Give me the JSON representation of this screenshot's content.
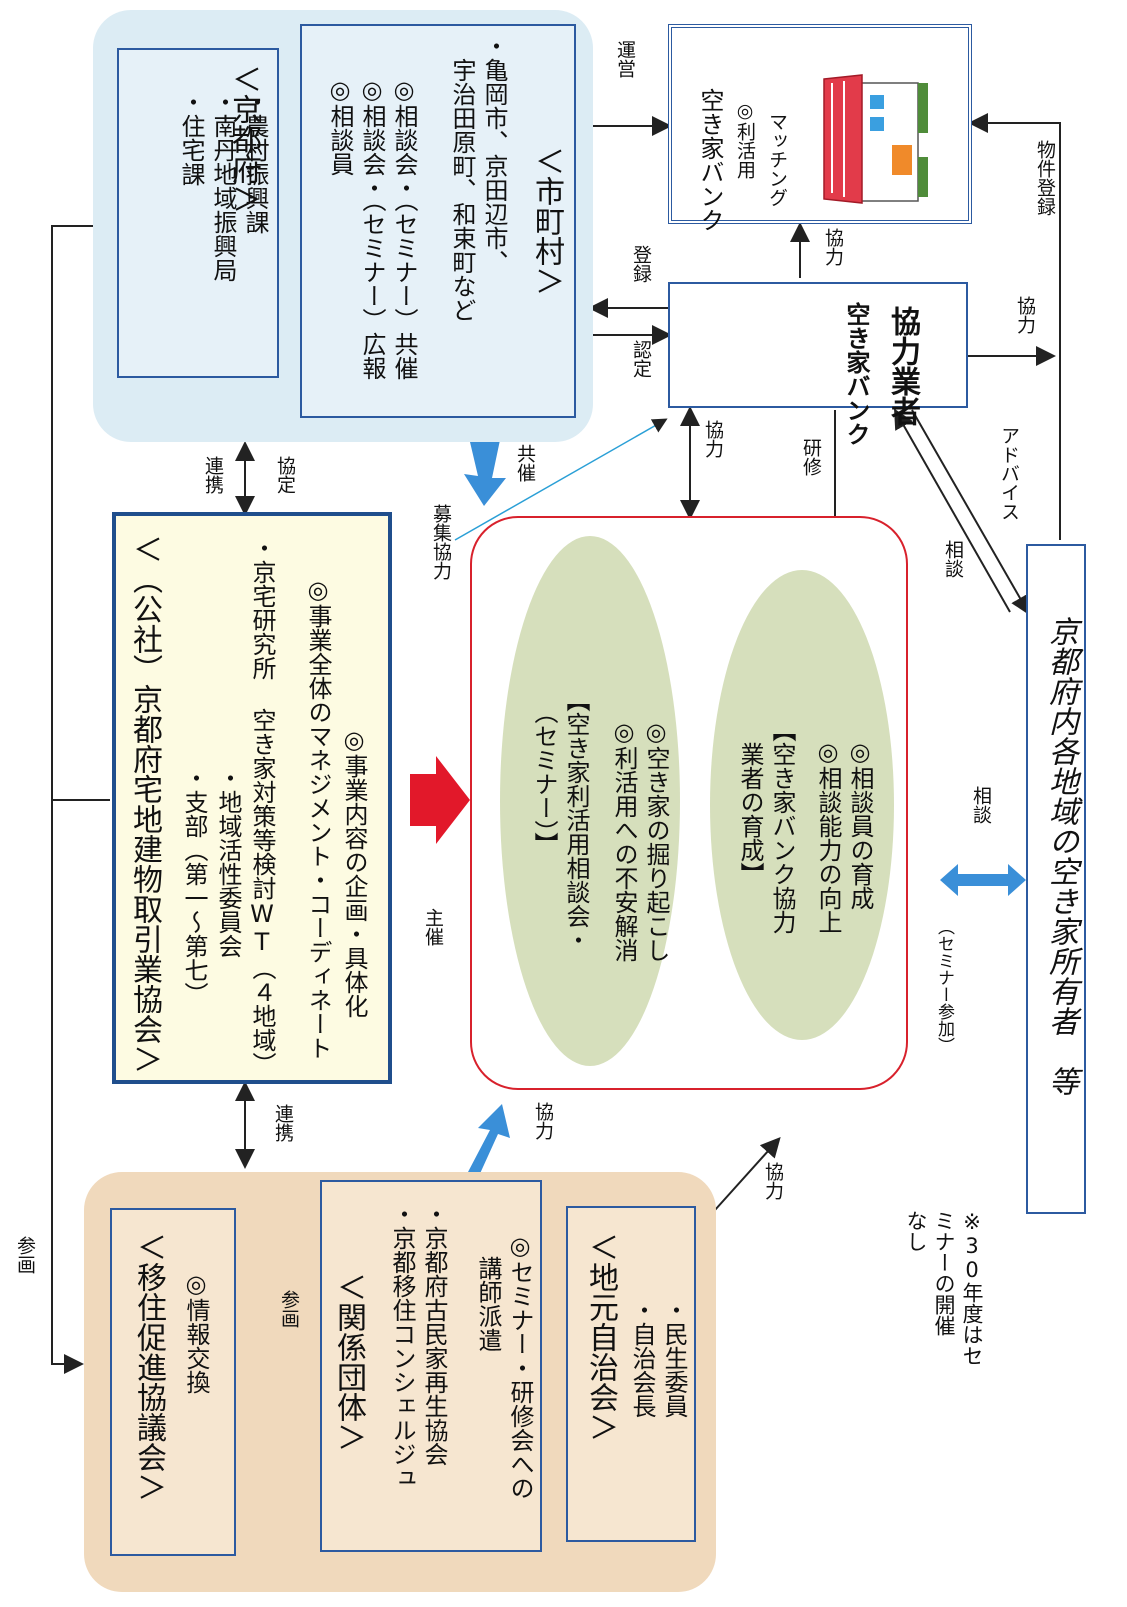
{
  "title_fragment": "（公社）京都府宅地建物取引業協会の取組み",
  "kyoto_pref": {
    "title": "＜京都府＞",
    "items": [
      "・住宅課",
      "・南丹地域振興局",
      "・農村振興課"
    ]
  },
  "municipalities": {
    "title": "＜市町村＞",
    "cities": "・亀岡市、京田辺市、\n　宇治田原町、和束町など",
    "items": [
      "◎相談会・（セミナー）共催",
      "◎相談会・（セミナー）広報",
      "◎相談員"
    ]
  },
  "akiya_bank": {
    "title": "空き家バンク",
    "items": [
      "◎利活用",
      "マッチング"
    ]
  },
  "partner": {
    "line1": "空き家バンク",
    "line2": "協力業者"
  },
  "association": {
    "title": "＜（公社）京都府宅地建物取引業協会＞",
    "items": [
      "・支部（第一～第七）",
      "・地域活性委員会",
      "・京宅研究所 空き家対策等検討WT（４地域）"
    ],
    "roles": [
      "◎事業全体のマネジメント・コーディネート",
      "◎事業内容の企画・具体化"
    ]
  },
  "event": {
    "seminar_title": "【空き家利活用相談会・\n　（セミナー）】",
    "seminar_items": [
      "◎利活用への不安解消",
      "◎空き家の掘り起こし"
    ],
    "training_title": "【空き家バンク協力\n　業者の育成】",
    "training_items": [
      "◎相談能力の向上",
      "◎相談員の育成"
    ]
  },
  "owners": {
    "title": "京都府内各地域の空き家所有者　等"
  },
  "migration": {
    "title": "＜移住促進協議会＞",
    "items": [
      "◎情報交換"
    ]
  },
  "related": {
    "title": "＜関係団体＞",
    "items": [
      "・京都移住コンシェルジュ",
      "・京都府古民家再生協会"
    ],
    "dispatch": "◎セミナー・研修会への\n　講師派遣"
  },
  "local": {
    "title": "＜地元自治会＞",
    "items": [
      "・自治会長",
      "・民生委員"
    ]
  },
  "note": "※30年度はセ\nミナーの開催\nなし",
  "labels": {
    "unei": "運営",
    "kyoryoku": "協力",
    "toroku": "登録",
    "nintei": "認定",
    "bukken": "物件登録",
    "renkei": "連携",
    "kyotei": "協定",
    "kyosai": "共催",
    "boshu": "募集協力",
    "kenshu": "研修",
    "advice": "アドバイス",
    "soudan": "相談",
    "shusai": "主催",
    "sankaku": "参画",
    "seminar_join": "（セミナー参加）"
  },
  "colors": {
    "blue_bg": "#dcecf4",
    "orange_bg": "#f0d9bc",
    "yellow_bg": "#fdfbe2",
    "ellipse": "#d6dfbc",
    "red_border": "#d8212c",
    "frame": "#2c5aa0"
  }
}
